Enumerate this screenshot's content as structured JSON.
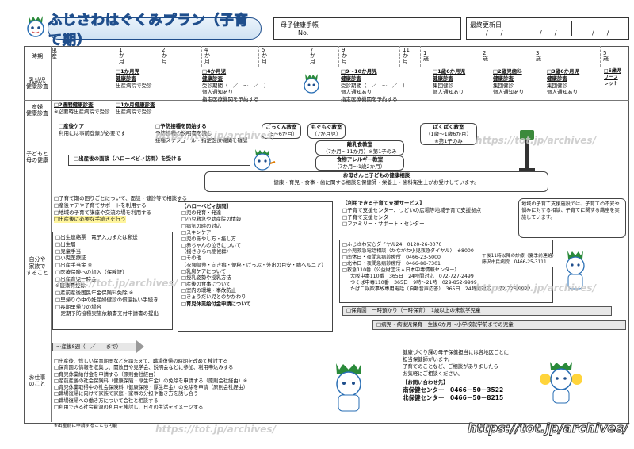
{
  "header": {
    "title": "ふじさわはぐくみプラン（子育て期）",
    "techo_label": "母子健康手帳",
    "no_label": "No.",
    "updated_label": "最終更新日",
    "date_slashes": [
      "/",
      "/",
      "/",
      "/",
      "/",
      "/"
    ]
  },
  "timeline": {
    "row_label": "時期",
    "birth": "出産",
    "ages": [
      "1か月",
      "2か月",
      "4か月",
      "5か月",
      "7か月",
      "9か月",
      "11か月",
      "1歳",
      "2歳",
      "3歳",
      "5歳"
    ],
    "range_dash": "〜",
    "end_arrow": "▶"
  },
  "rows": {
    "infant_checkup": "乳幼児\n健康診査",
    "maternal_checkup": "産婦\n健康診査",
    "child_parent_health": "子どもと\n母の健康",
    "self_plan": "自分や\n家族で\nすること",
    "work": "お仕事\nのこと"
  },
  "infant_checkup": {
    "c1": {
      "title": "□1か月児\n健康診査",
      "sub": "出産病院で受診"
    },
    "c4": {
      "title": "□4か月児\n健康診査",
      "lines": [
        "受診期間（　／　～　／　）",
        "個人通知あり",
        "指定医療機関を予約する"
      ]
    },
    "c9": {
      "title": "□9～10か月児\n健康診査",
      "lines": [
        "受診期間（　／　～　／　）",
        "個人通知あり",
        "指定医療機関を予約する"
      ]
    },
    "c16": {
      "title": "□1歳6か月児\n健康診査",
      "lines": [
        "集団健診",
        "個人通知あり"
      ]
    },
    "c2d": {
      "title": "□2歳児歯科\n健康診査",
      "lines": [
        "集団健診",
        "個人通知あり"
      ]
    },
    "c36": {
      "title": "□3歳6か月児\n健康診査",
      "lines": [
        "集団健診",
        "個人通知あり"
      ]
    },
    "leaflet": "□5歳児\nリーフ\nレット"
  },
  "maternal_checkup": {
    "w2": {
      "title": "□2週間健康診査",
      "note": "※必要時出産病院で受診"
    },
    "m1": {
      "title": "□1か月健康診査",
      "note": "出産病院で受診"
    }
  },
  "health": {
    "postnatal_care": {
      "title": "□産後ケア",
      "text": "利用には事前登録が必要です"
    },
    "vaccine": {
      "title": "□予防接種を開始する",
      "lines": [
        "予防接種の説明書を読む",
        "接種スケジュール・指定医療機関を確認"
      ]
    },
    "gokkun": {
      "title": "ごっくん教室",
      "sub": "（5～6か月）"
    },
    "mogumogu": {
      "title": "もぐもぐ教室",
      "sub": "（7か月児）"
    },
    "pakupaku": {
      "title": "ぱくぱく教室",
      "sub1": "（1歳～1歳6か月）",
      "sub2": "※第1子のみ"
    },
    "rinyu": {
      "title": "離乳食教室",
      "sub": "（7か月～11か月）※第1子のみ"
    },
    "allergy": {
      "title": "食物アレルギー教室",
      "sub": "（7か月～1歳2か月）"
    },
    "hello_baby": "□出産後の面談（ハローベビィ訪問）を受ける",
    "consult": {
      "title": "お母さんと子どもの健康相談",
      "text": "健康・育児・食事・歯に関する相談を保健師・栄養士・歯科衛生士がお受けしています。"
    }
  },
  "self_plan": {
    "top": [
      "□子育て期の困りごとについて、面談・健診等で相談する",
      "□産後ケアや子育てサポートを利用する",
      "□地域の子育て講座や交流の場を利用する",
      "□出産後に必要な手続きを行う"
    ],
    "procedures": [
      "□出生連絡票　電子入力または郵送",
      "□出生届",
      "□児童手当",
      "□小児医療証",
      "□出産手当金 ※",
      "□医療保険への加入（保険証）",
      "□出産育児一時金",
      "※医療費控除",
      "□産前産後国民年金保険料免除 ※",
      "□里帰りの中の妊産婦健診の償還払い手続き",
      "□長期里帰りの場合",
      "　定期予防接種実施依頼書交付申請書の提出"
    ],
    "hello_title": "【ハローベビィ訪問】",
    "hello_items": [
      "□児の発育・発達",
      "□小児救急や助産院の情報",
      "□病気の時の対応",
      "□スキンケア",
      "□児のあやし方・接し方",
      "□赤ちゃんの泣きについて",
      "（揺さぶられ症候群）",
      "□その他",
      "（衣類調整・向き癖・便秘・げっぷ・外出の目安・臍ヘルニア）",
      "□乳房ケアについて",
      "□授乳姿勢や授乳方法",
      "□産後の食事について",
      "□室内の環境・事故防止",
      "□きょうだい児とのかかわり",
      "□育児休業給付金申請について"
    ],
    "services_title": "【利用できる子育て支援サービス】",
    "services": [
      "□子育て支援センター、つどいの広場等地域子育て支援拠点",
      "□子育て支援センター",
      "□ファミリー・サポート・センター"
    ],
    "bubble": "地域の子育て支援施設では、子育ての不安や悩みに対する相談、子育てに関する講座を実施しています。",
    "emergency": [
      {
        "name": "□ふじさわ安心ダイヤル24",
        "tel": "0120-26-0070"
      },
      {
        "name": "□小児救急電話相談（かながわ小児救急ダイヤル）",
        "tel": "#8000"
      },
      {
        "name": "□南休日・夜間急病診療所",
        "tel": "0466-23-5000"
      },
      {
        "name": "□北休日・夜間急病診療所",
        "tel": "0466-88-7301"
      },
      {
        "name": "□救急110番（公益財団法人日本中毒情報センター）",
        "tel": ""
      },
      {
        "name": "大阪中毒110番",
        "tel": "365日　24時間対応　072-727-2499"
      },
      {
        "name": "つくば中毒110番",
        "tel": "365日　9時～21時　029-852-9999"
      },
      {
        "name": "たばこ誤飲事故専用電話（自動音声応答）",
        "tel": "365日　24時間対応　072-726-9922"
      }
    ],
    "clinic_note": "午後11時以降の診療（夏季前連絡）\n藤沢市民病院　0466-25-3111",
    "nursery": {
      "label": "□保育園",
      "text": "一時預かり（一時保育）",
      "extra": "1歳以上の未就学児童"
    },
    "sick_child": "□病児・病後児保育　生後6か月～小学校就学前までの児童"
  },
  "work": {
    "leave_arrow": "～産後8週（　／　　まで）",
    "items": [
      "□出産後、慌しい保育期間などを踏まえて、職場復帰の時期を改めて検討する",
      "□保育園の情報を収集し、開放日や見学会、説明会などに参加、利用申込みする",
      "□育児休業給付金を申請する（原則会社経由）",
      "□産前産後の社会保険料（健康保険・厚生年金）の免除を申請する（原則会社経由）※",
      "□育児休業取得中の社会保険料（健康保険・厚生年金）の免除を申請（原則会社経由）",
      "□職場復帰に向けて家族で家庭・家事の分担や働き方を話し合う",
      "□職場復帰への働き方について会社と相談する",
      "□利用できる社会資源の利用を検討し、日々の生活をイメージする"
    ],
    "footnote": "※出産前に申請することも可能",
    "info": [
      "健康づくり課の母子保健担当には各地区ごとに",
      "担当保健師がいます。",
      "子育てのことなど、ご相談がありましたら",
      "お気軽にご",
      "相談ください。"
    ],
    "contact_title": "【お問い合わせ先】",
    "contacts": [
      {
        "name": "南保健センター",
        "tel": "0466－50－3522"
      },
      {
        "name": "北保健センター",
        "tel": "0466－50－8215"
      }
    ]
  },
  "watermark": "https://tot.jp/archives/",
  "colors": {
    "title_border": "#1f4e8c",
    "highlight": "#fff59d",
    "accent": "#2a6fb5"
  }
}
